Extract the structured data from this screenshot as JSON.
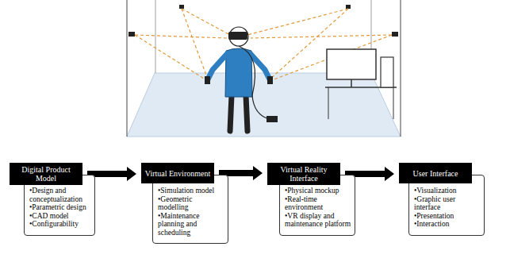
{
  "diagram": {
    "nodes": [
      {
        "text": [
          "Digital Product Model"
        ]
      },
      {
        "text": [
          "•Design and conceptualization",
          "•Parametric design",
          "•CAD model",
          "•Configurability"
        ]
      },
      {
        "text": [
          "Virtual Environment"
        ]
      },
      {
        "text": [
          "•Simulation model",
          "•Geometric modelling",
          "•Maintenance planning and scheduling"
        ]
      },
      {
        "text": [
          "Virtual Reality Interface"
        ]
      },
      {
        "text": [
          "•Physical mockup",
          "•Real-time environment",
          "•VR display and maintenance platform"
        ]
      },
      {
        "text": [
          "User Interface"
        ]
      },
      {
        "text": [
          "•Visualization",
          "•Graphic user interface",
          "•Presentation",
          "•Interaction"
        ]
      }
    ],
    "edges": [
      {
        "from": 0,
        "to": 2,
        "arrow": "to"
      },
      {
        "from": 2,
        "to": 4,
        "arrow": "to"
      },
      {
        "from": 4,
        "to": 6,
        "arrow": "to"
      }
    ]
  }
}
